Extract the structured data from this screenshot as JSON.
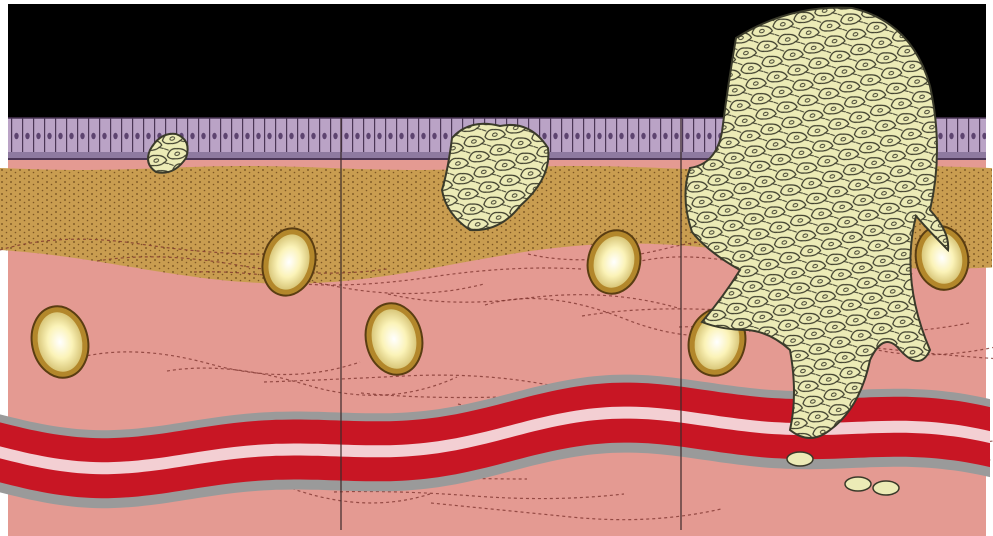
{
  "figure": {
    "panels": [
      {
        "stage": 1
      },
      {
        "stage": 2
      },
      {
        "stage": 3
      }
    ],
    "colors": {
      "background": "#ffffff",
      "lumen": "#000000",
      "epithelium": "#b9a2c4",
      "epithelium_outline": "#4b3656",
      "basement_band": "#8e7aa0",
      "stroma": "#c69a4c",
      "stroma_dots": "#6e4b1c",
      "connective_tissue": "#e49a92",
      "connective_fibers": "#7a2f2a",
      "vessel_wall": "#c81624",
      "vessel_lumen": "#f3cfd3",
      "vessel_sheath": "#9a9a9a",
      "gland_ring": "#b3872b",
      "gland_core": "#fff6c2",
      "tumor_cells": "#ecebb6",
      "tumor_outline": "#3a3a2a",
      "panel_divider": "#3a2a2a"
    }
  }
}
